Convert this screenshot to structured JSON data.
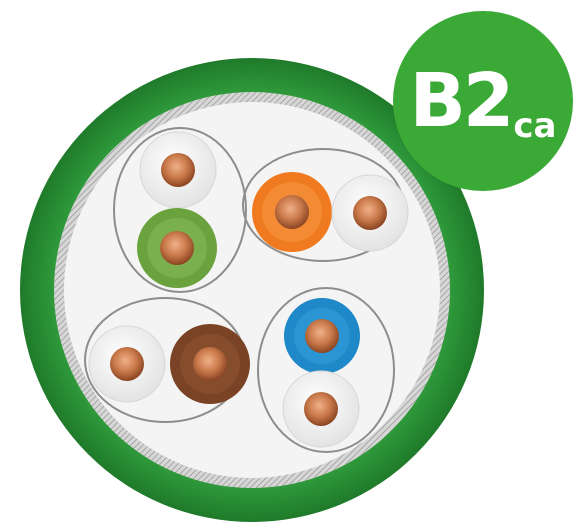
{
  "badge": {
    "main": "B2",
    "sub": "ca",
    "color": "#3aa935",
    "text_color": "#ffffff"
  },
  "cable": {
    "jacket_color": "#2f9a3b",
    "shield_color": "#c9c9c9",
    "pairs": [
      {
        "conductors": [
          "white",
          "green"
        ]
      },
      {
        "conductors": [
          "orange",
          "white"
        ]
      },
      {
        "conductors": [
          "white",
          "brown"
        ]
      },
      {
        "conductors": [
          "blue",
          "white"
        ]
      }
    ]
  },
  "colors": {
    "white": "#f2f2f2",
    "green": "#6aa33e",
    "orange": "#f07a1f",
    "brown": "#7a4325",
    "blue": "#1e88c8",
    "copper": "#c9794a"
  }
}
